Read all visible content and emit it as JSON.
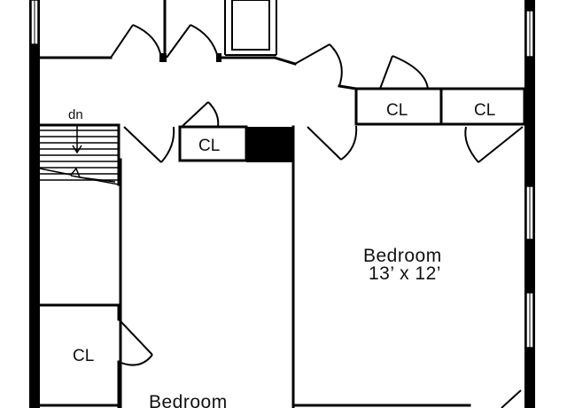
{
  "colors": {
    "wall": "#000000",
    "background": "#ffffff",
    "window": "#ffffff",
    "text": "#111111"
  },
  "stairs": {
    "label": "dn"
  },
  "closets": [
    {
      "label": "CL"
    },
    {
      "label": "CL"
    },
    {
      "label": "CL"
    },
    {
      "label": "CL"
    }
  ],
  "rooms": [
    {
      "name": "Bedroom",
      "dimensions": "13’ x 12’"
    },
    {
      "name": "Bedroom"
    }
  ]
}
